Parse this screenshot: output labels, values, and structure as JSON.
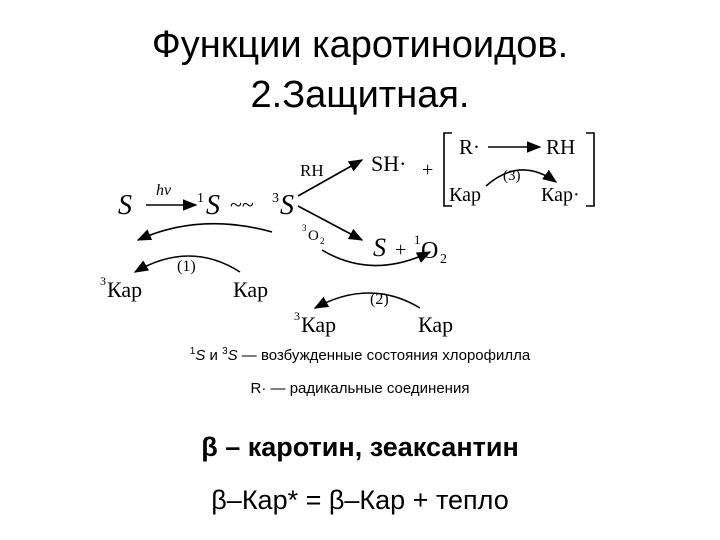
{
  "title": {
    "line1": "Функции каротиноидов.",
    "line2": "2.Защитная."
  },
  "diagram": {
    "S_ground": "S",
    "hv": "hν",
    "S1_sup": "1",
    "S1": "S",
    "wave": "~~",
    "S3_sup": "3",
    "S3": "S",
    "RH_reagent": "RH",
    "SH_radical": "SH·",
    "plus1": "+",
    "R_radical": "R·",
    "RH_product": "RH",
    "Kap_left_box": "Кар",
    "label3": "(3)",
    "Kap_radical": "Кар·",
    "O2_reagent_sup": "3",
    "O2_reagent": "O",
    "O2_reagent_sub": "2",
    "S_product": "S",
    "plus2": "+",
    "singlet_O2_sup": "1",
    "singlet_O2": "O",
    "singlet_O2_sub": "2",
    "label1": "(1)",
    "Kap3_left_sup": "3",
    "Kap3_left": "Кар",
    "Kap_right1": "Кар",
    "label2": "(2)",
    "Kap3_bottom_sup": "3",
    "Kap3_bottom": "Кар",
    "Kap_right2": "Кар"
  },
  "caption1": {
    "sup1": "1",
    "s1": "S",
    "conj": " и ",
    "sup3": "3",
    "s3": "S",
    "rest": " — возбужденные состояния хлорофилла"
  },
  "caption2": "R· — радикальные соединения",
  "subtitle": "β – каротин, зеаксантин",
  "equation": "β–Кар* = β–Кар + тепло"
}
